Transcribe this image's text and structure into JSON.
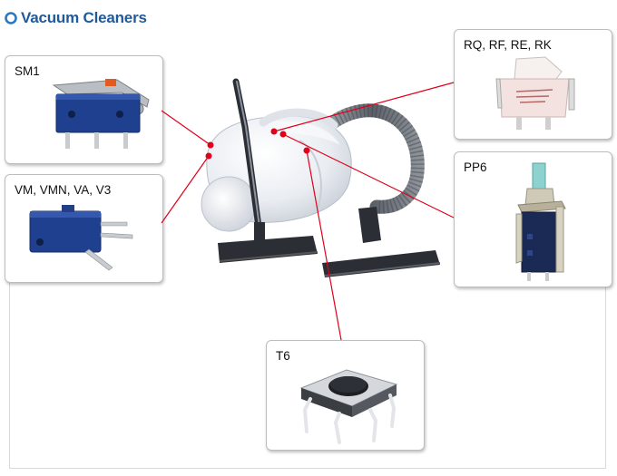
{
  "page": {
    "title": "Vacuum Cleaners"
  },
  "parts": [
    {
      "label": "SM1",
      "icon": "micro-switch-lever-icon"
    },
    {
      "label": "VM, VMN, VA, V3",
      "icon": "micro-switch-icon"
    },
    {
      "label": "RQ, RF, RE, RK",
      "icon": "cord-reel-switch-icon"
    },
    {
      "label": "PP6",
      "icon": "push-power-switch-icon"
    },
    {
      "label": "T6",
      "icon": "tact-switch-icon"
    }
  ],
  "colors": {
    "title": "#1e5a9c",
    "leader": "#e0001a",
    "switch_blue": "#1f3f8f"
  }
}
